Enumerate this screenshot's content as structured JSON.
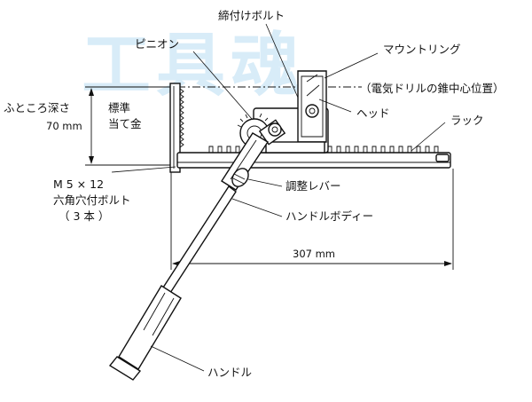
{
  "watermark": "工具魂",
  "labels": {
    "bolt": "締付けボルト",
    "pinion": "ピニオン",
    "mount_ring": "マウントリング",
    "center": "（電気ドリルの錐中心位置）",
    "throat_depth": "ふところ深さ",
    "throat_value": "70 mm",
    "guide_1": "標準",
    "guide_2": "当て金",
    "head": "ヘッド",
    "rack": "ラック",
    "m5_bolt_1": "M 5 × 12",
    "m5_bolt_2": "六角穴付ボルト",
    "m5_bolt_3": "（ 3 本 ）",
    "adjust_lever": "調整レバー",
    "handle_body": "ハンドルボディー",
    "length": "307 mm",
    "handle": "ハンドル"
  },
  "colors": {
    "ink": "#111111",
    "watermark": "#d8ecf8"
  }
}
